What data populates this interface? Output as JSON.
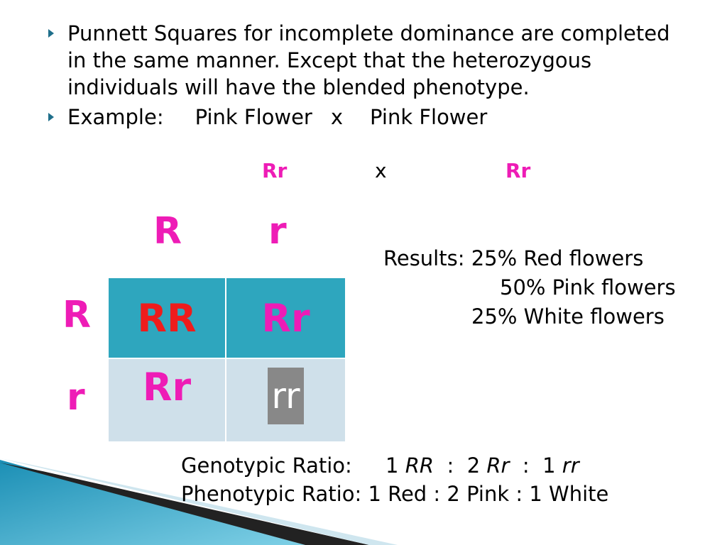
{
  "bullets": [
    "Punnett Squares for incomplete dominance are completed in the same manner. Except that the heterozygous individuals will have the blended phenotype."
  ],
  "example": {
    "label": "Example:",
    "parent1": "Pink Flower",
    "cross": "x",
    "parent2": "Pink Flower",
    "genotype1": "Rr",
    "genotype_cross": "x",
    "genotype2": "Rr"
  },
  "punnett": {
    "col_headers": [
      "R",
      "r"
    ],
    "row_headers": [
      "R",
      "r"
    ],
    "cells": [
      [
        "RR",
        "Rr"
      ],
      [
        "Rr",
        "rr"
      ]
    ]
  },
  "results": {
    "label": "Results:",
    "lines": [
      "25% Red flowers",
      "50% Pink flowers",
      "25% White flowers"
    ]
  },
  "genotypic": {
    "label": "Genotypic Ratio:",
    "n1": "1",
    "g1": "RR",
    "sep1": ":",
    "n2": "2",
    "g2": "Rr",
    "sep2": ":",
    "n3": "1",
    "g3": "rr"
  },
  "phenotypic": {
    "label": "Phenotypic Ratio:",
    "value": "1 Red : 2 Pink : 1 White"
  },
  "colors": {
    "accent_pink": "#ee1cb6",
    "accent_red": "#ee1c1c",
    "cell_teal": "#2ea6be",
    "cell_light": "#cfe0ea",
    "cell_gray": "#888888"
  }
}
